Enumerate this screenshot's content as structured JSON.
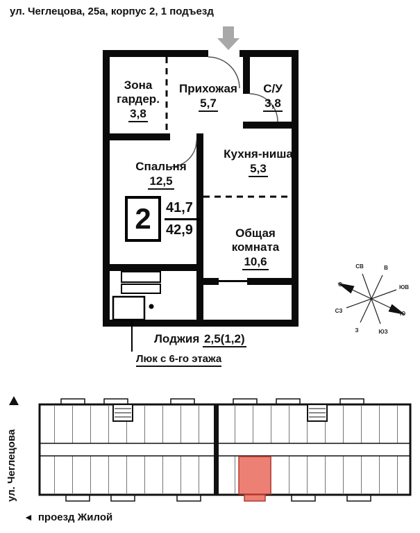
{
  "header": {
    "title": "ул. Чеглецова, 25а, корпус 2, 1 подъезд"
  },
  "plan": {
    "rooms": {
      "wardrobe": {
        "name": "Зона гардер.",
        "area": "3,8"
      },
      "hall": {
        "name": "Прихожая",
        "area": "5,7"
      },
      "bathroom": {
        "name": "С/У",
        "area": "3,8"
      },
      "bedroom": {
        "name": "Спальня",
        "area": "12,5"
      },
      "kitchen": {
        "name": "Кухня-ниша",
        "area": "5,3"
      },
      "living": {
        "name": "Общая комната",
        "area": "10,6"
      }
    },
    "summary": {
      "rooms_count": "2",
      "area_living": "41,7",
      "area_total": "42,9"
    },
    "loggia": {
      "name": "Лоджия",
      "area": "2,5(1,2)"
    },
    "hatch_note": "Люк с 6-го этажа"
  },
  "compass": {
    "labels": [
      "С",
      "СВ",
      "В",
      "ЮВ",
      "Ю",
      "ЮЗ",
      "З",
      "СЗ"
    ]
  },
  "site_plan": {
    "street_left": "ул. Чеглецова",
    "street_bottom": "проезд Жилой",
    "arrow_left": "◄",
    "highlight_color": "#ED8074"
  }
}
